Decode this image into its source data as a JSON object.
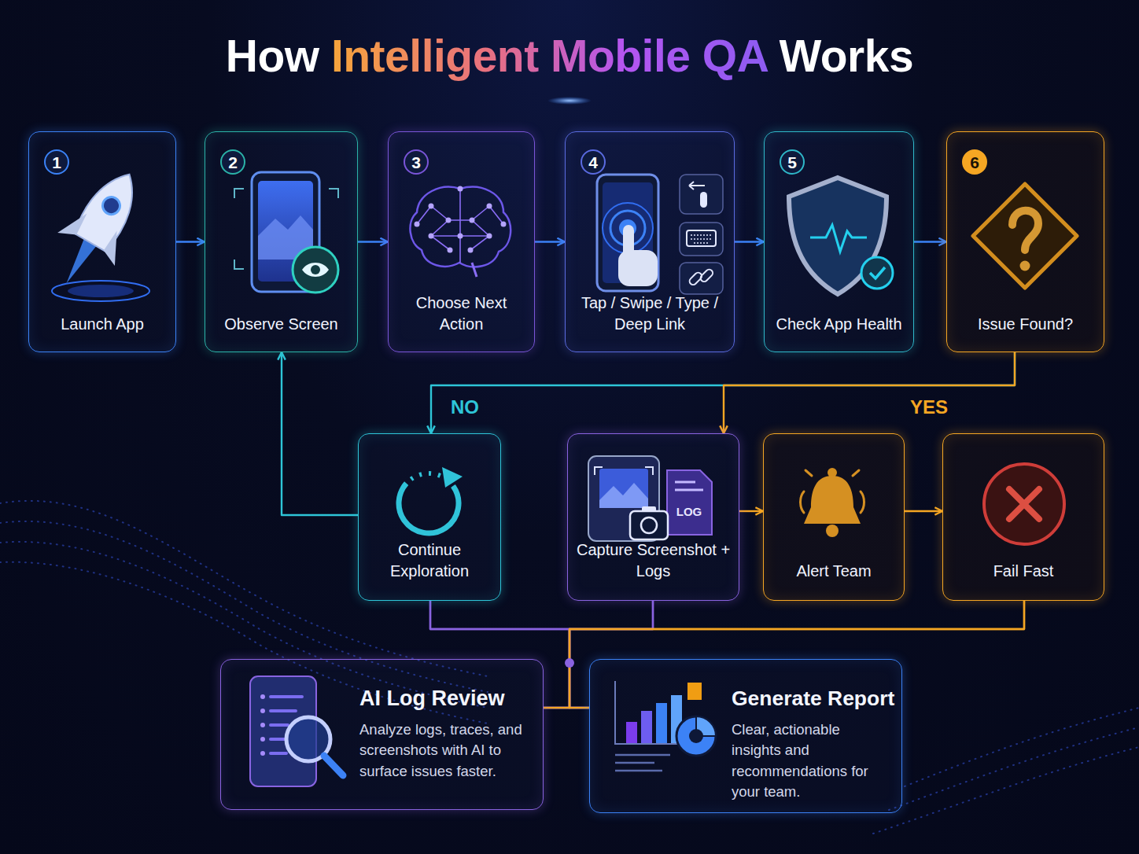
{
  "diagram": {
    "title": "How Intelligent Mobile QA Works",
    "nodes": [
      {
        "text": [
          "1",
          "Launch App"
        ]
      },
      {
        "text": [
          "2",
          "Observe Screen"
        ]
      },
      {
        "text": [
          "3",
          "Choose Next Action"
        ]
      },
      {
        "text": [
          "4",
          "Tap / Swipe / Type / Deep Link"
        ]
      },
      {
        "text": [
          "5",
          "Check App Health"
        ]
      },
      {
        "text": [
          "6",
          "Issue Found?"
        ]
      },
      {
        "text": [
          "Continue Exploration"
        ]
      },
      {
        "text": [
          "Capture Screenshot + Logs"
        ]
      },
      {
        "text": [
          "Alert Team"
        ]
      },
      {
        "text": [
          "Fail Fast"
        ]
      },
      {
        "text": [
          "AI Log Review",
          "Analyze logs, traces, and screenshots with AI to surface issues faster."
        ]
      },
      {
        "text": [
          "Generate Report",
          "Clear, actionable insights and recommendations for your team."
        ]
      }
    ],
    "edges": [
      {
        "from": 0,
        "to": 1,
        "arrow": "to"
      },
      {
        "from": 1,
        "to": 2,
        "arrow": "to"
      },
      {
        "from": 2,
        "to": 3,
        "arrow": "to"
      },
      {
        "from": 3,
        "to": 4,
        "arrow": "to"
      },
      {
        "from": 4,
        "to": 5,
        "arrow": "to"
      },
      {
        "from": 5,
        "to": 6,
        "label": "NO",
        "arrow": "to"
      },
      {
        "from": 5,
        "to": 7,
        "label": "YES",
        "arrow": "to"
      },
      {
        "from": 6,
        "to": 1,
        "arrow": "to"
      },
      {
        "from": 7,
        "to": 8,
        "arrow": "to"
      },
      {
        "from": 8,
        "to": 9,
        "arrow": "to"
      },
      {
        "from": 6,
        "to": 10,
        "arrow": "none"
      },
      {
        "from": 6,
        "to": 11,
        "arrow": "none"
      },
      {
        "from": 7,
        "to": 10,
        "arrow": "none"
      },
      {
        "from": 7,
        "to": 11,
        "arrow": "none"
      },
      {
        "from": 9,
        "to": 10,
        "arrow": "none"
      },
      {
        "from": 9,
        "to": 11,
        "arrow": "none"
      }
    ],
    "labels": [
      "LOG"
    ]
  }
}
